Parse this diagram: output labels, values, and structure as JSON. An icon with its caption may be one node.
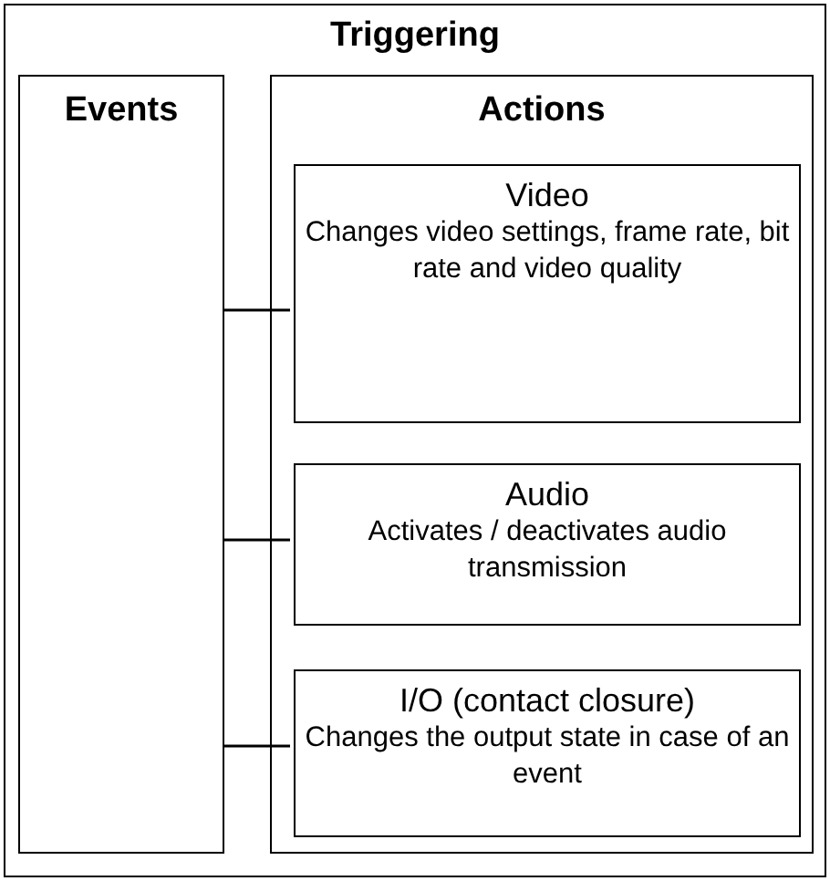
{
  "diagram": {
    "nodes": [
      {
        "text": [
          "Triggering"
        ]
      },
      {
        "text": [
          "Events"
        ],
        "in": 0
      },
      {
        "text": [
          "Actions"
        ],
        "in": 0
      },
      {
        "text": [
          "Video",
          "Changes video settings, frame rate, bit rate and video quality"
        ],
        "in": 2
      },
      {
        "text": [
          "Audio",
          "Activates / deactivates audio transmission"
        ],
        "in": 2
      },
      {
        "text": [
          "I/O (contact closure)",
          "Changes the output state in case of an event"
        ],
        "in": 2
      }
    ],
    "edges": [
      {
        "from": 1,
        "to": 3,
        "arrow": "none"
      },
      {
        "from": 1,
        "to": 4,
        "arrow": "none"
      },
      {
        "from": 1,
        "to": 5,
        "arrow": "none"
      }
    ]
  }
}
